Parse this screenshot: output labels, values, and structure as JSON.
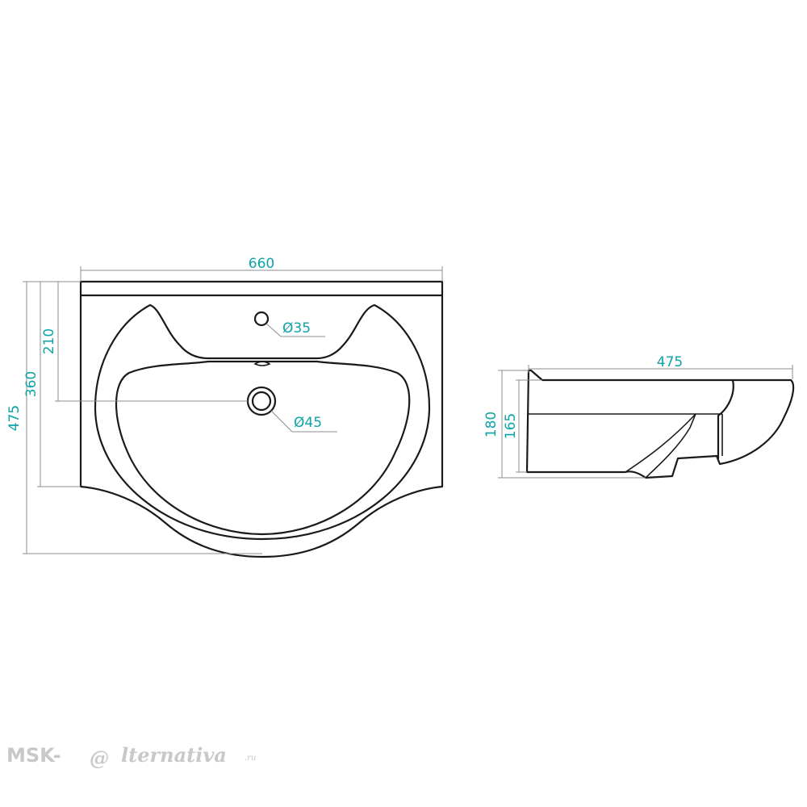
{
  "front_view": {
    "dims": {
      "width": "660",
      "depth": "475",
      "depth_to_top_edge": "360",
      "drain_offset": "210",
      "tap_hole": "Ø35",
      "drain_hole": "Ø45"
    }
  },
  "side_view": {
    "dims": {
      "length": "475",
      "height": "180",
      "bowl_height": "165"
    }
  },
  "watermark": {
    "brand": "MSK-",
    "at_sign": "@",
    "rest": "lternativa",
    "tld": ".ru"
  },
  "colors": {
    "dimension_text": "#0fa3a8",
    "outline": "#1a1a1a",
    "dimension_lines": "#8c8c8c",
    "watermark": "#c8c8c8"
  }
}
